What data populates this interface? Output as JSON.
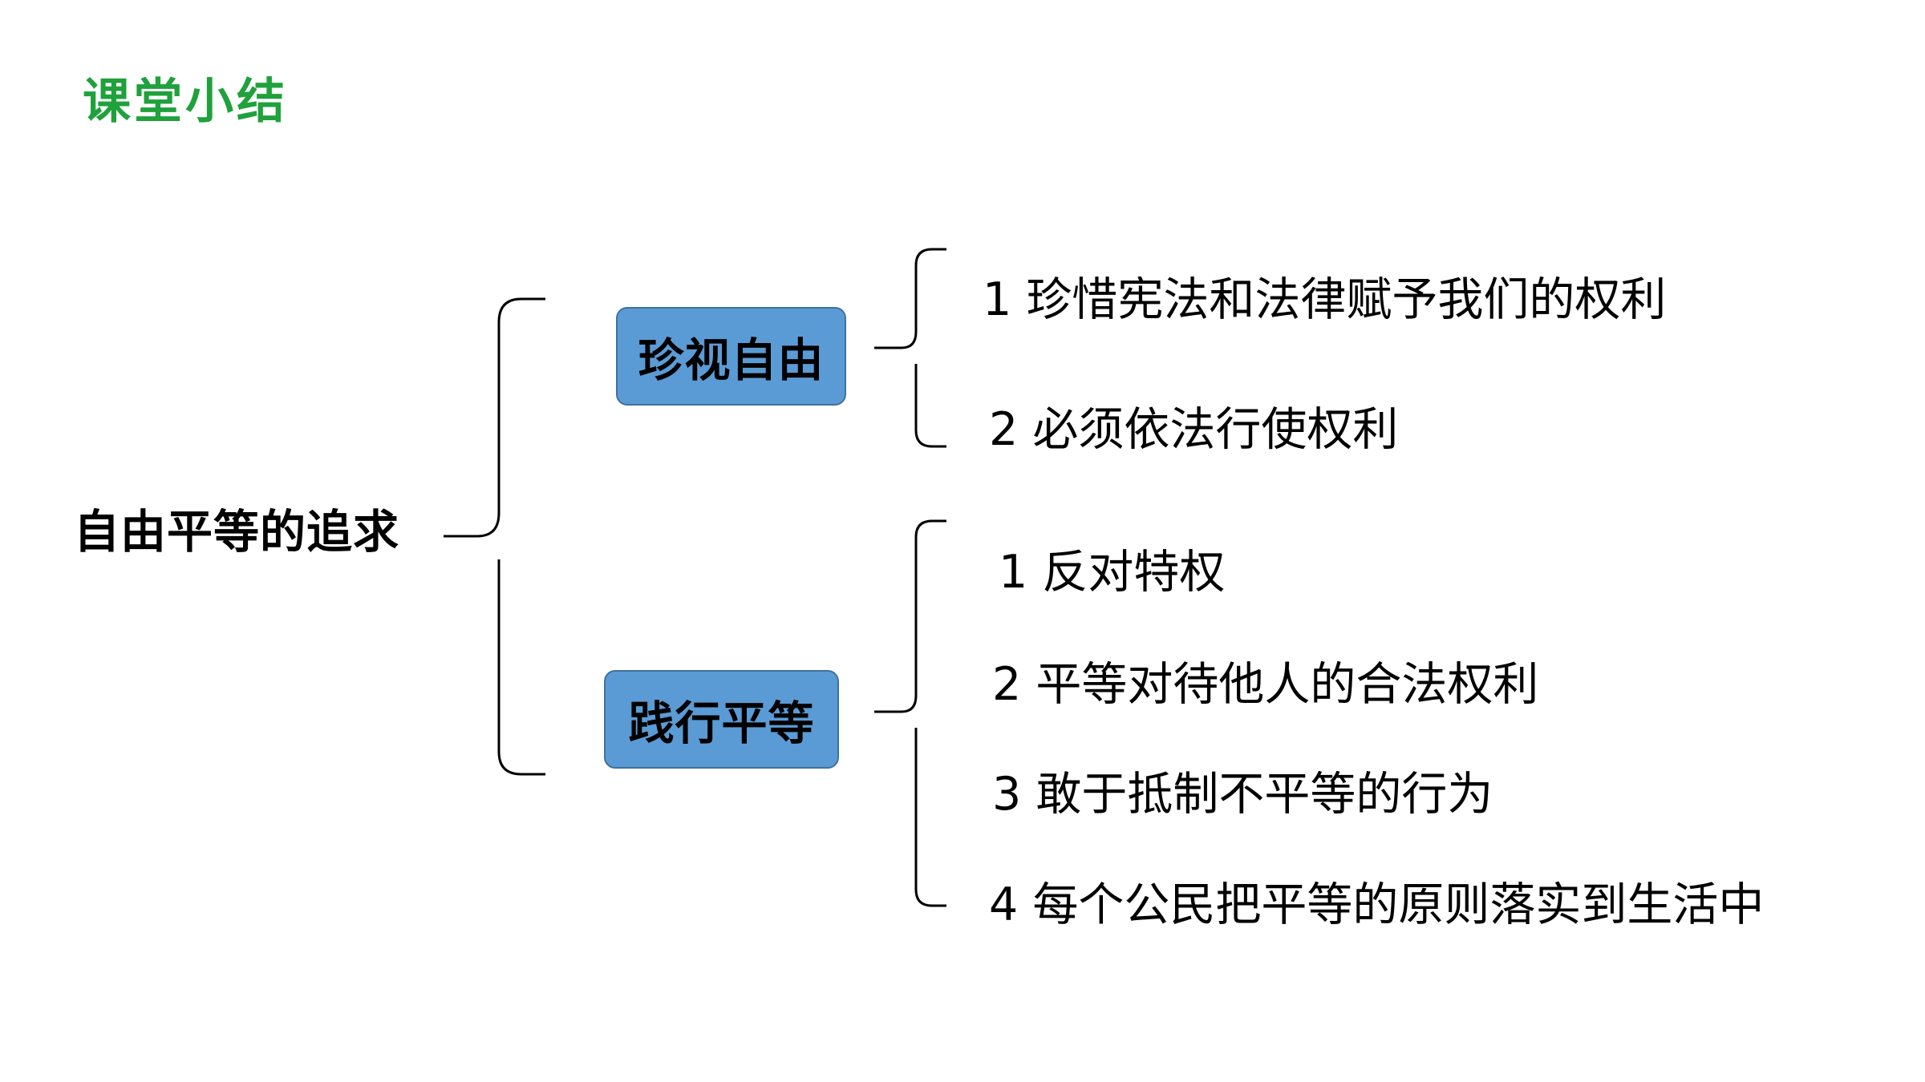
{
  "title": "课堂小结",
  "root": "自由平等的追求",
  "branches": [
    {
      "label": "珍视自由",
      "items": [
        "1 珍惜宪法和法律赋予我们的权利",
        "2 必须依法行使权利"
      ]
    },
    {
      "label": "践行平等",
      "items": [
        "1 反对特权",
        "2 平等对待他人的合法权利",
        "3 敢于抵制不平等的行为",
        "4 每个公民把平等的原则落实到生活中"
      ]
    }
  ],
  "colors": {
    "title": "#1fa13c",
    "node_fill": "#5b9bd5",
    "node_border": "#41719c",
    "text": "#000000",
    "brace": "#000000"
  }
}
